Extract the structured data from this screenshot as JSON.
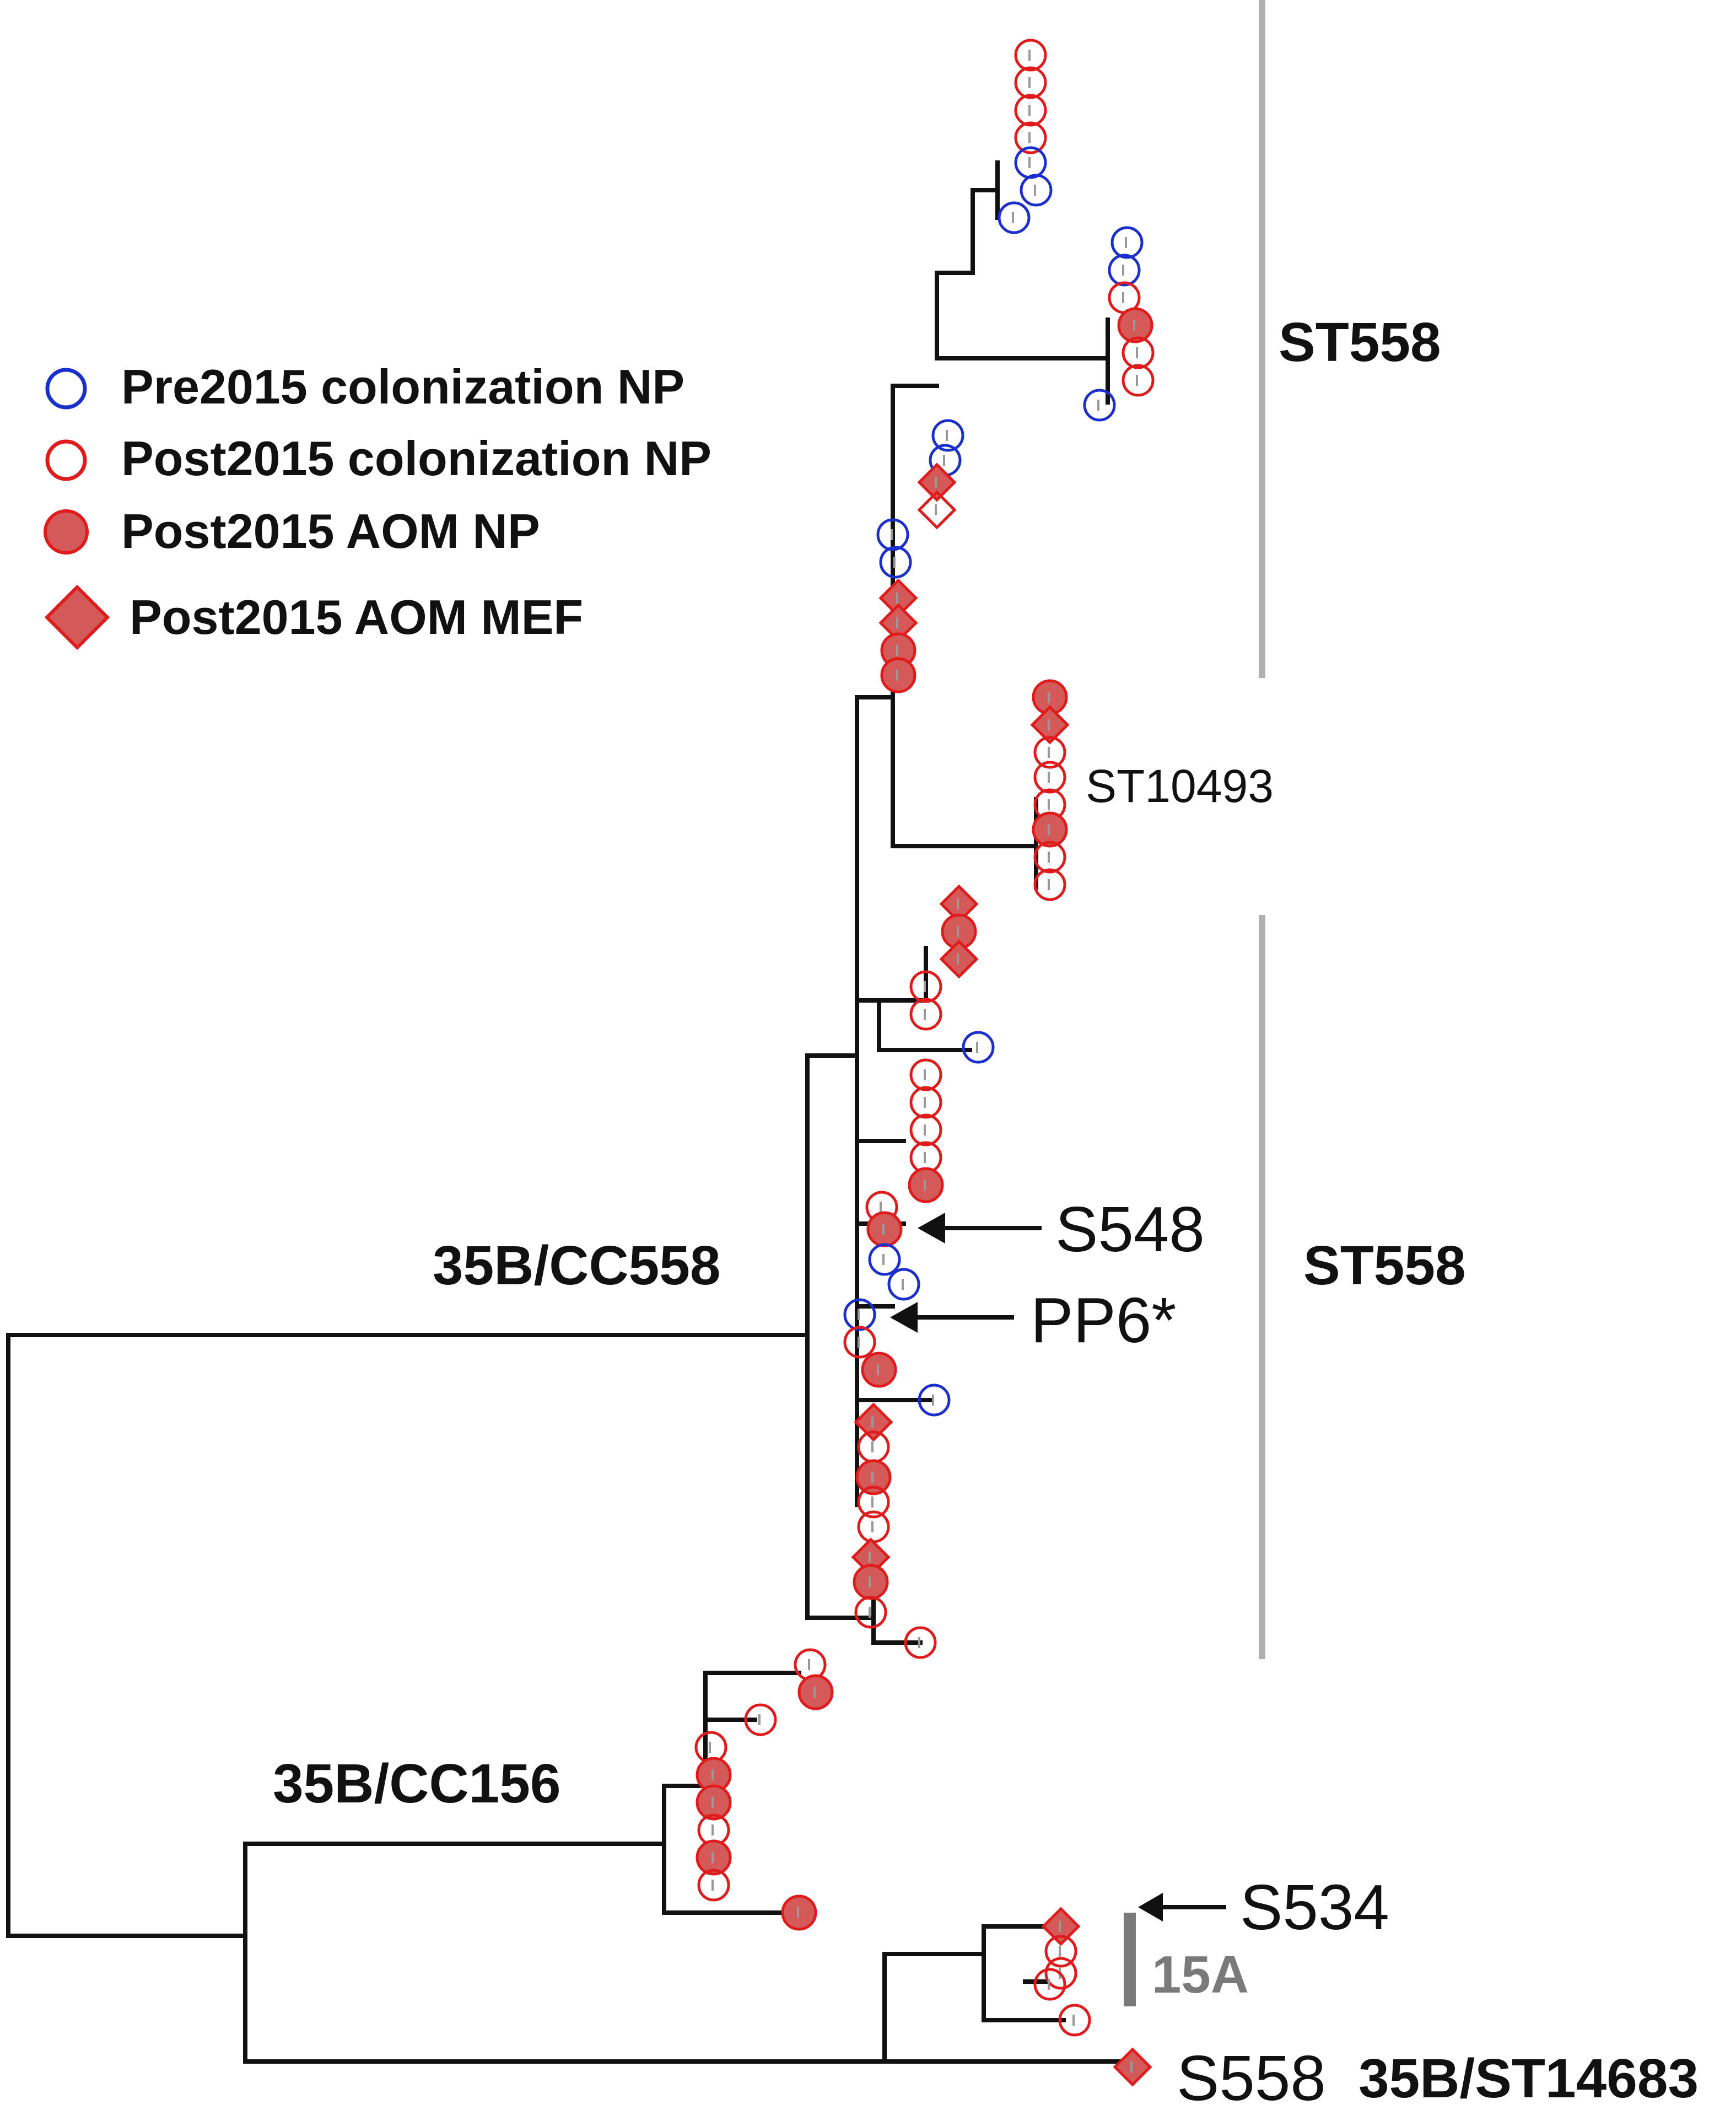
{
  "legend": {
    "items": [
      {
        "label": "Pre2015 colonization NP",
        "shape": "circle-open",
        "color": "#1a2fcc"
      },
      {
        "label": "Post2015 colonization NP",
        "shape": "circle-open",
        "color": "#e01b1b"
      },
      {
        "label": "Post2015 AOM NP",
        "shape": "circle-filled",
        "color": "#e01b1b",
        "fill": "#d45a5a"
      },
      {
        "label": "Post2015 AOM MEF",
        "shape": "diamond-filled",
        "color": "#e01b1b",
        "fill": "#d45a5a"
      }
    ]
  },
  "clade_labels": {
    "st558_top": "ST558",
    "st10493": "ST10493",
    "st558_mid": "ST558",
    "cc558": "35B/CC558",
    "cc156": "35B/CC156",
    "serotype_15a": "15A",
    "st14683": "35B/ST14683"
  },
  "strain_labels": {
    "s548": "S548",
    "pp6": "PP6*",
    "s534": "S534",
    "s558": "S558"
  },
  "colors": {
    "pre2015": "#1a2fcc",
    "post2015": "#e01b1b",
    "aom_fill": "#d45a5a",
    "branch": "#111111",
    "clade_bar": "#b0b0b0",
    "bar_15a": "#7a7a7a"
  }
}
